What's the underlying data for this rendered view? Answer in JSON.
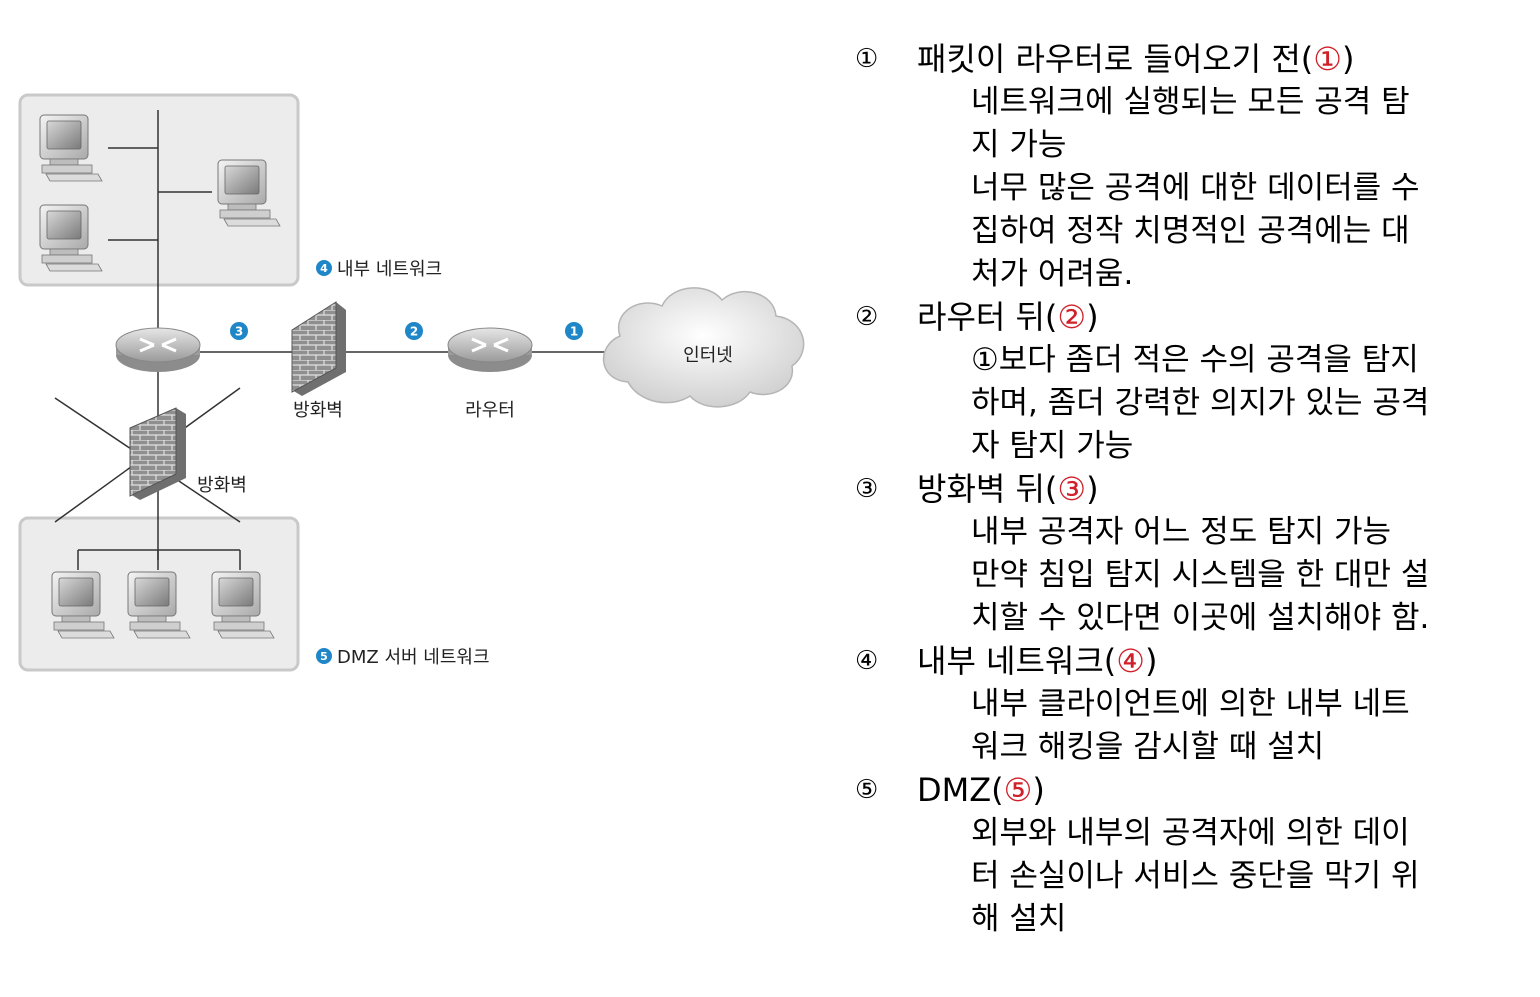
{
  "diagram": {
    "internal_network_label": "내부 네트워크",
    "internal_network_num": "4",
    "dmz_network_label": "DMZ 서버 네트워크",
    "dmz_network_num": "5",
    "firewall_label": "방화벽",
    "router_label": "라우터",
    "internet_label": "인터넷",
    "firewall2_label": "방화벽",
    "point1": "1",
    "point2": "2",
    "point3": "3"
  },
  "notes": [
    {
      "mark": "①",
      "title": "패킷이 라우터로 들어오기 전(",
      "ref": "①",
      "close": ")",
      "lines": [
        "네트워크에 실행되는 모든 공격 탐",
        "지 가능",
        "너무 많은 공격에 대한 데이터를 수",
        "집하여 정작 치명적인 공격에는 대",
        "처가 어려움."
      ]
    },
    {
      "mark": "②",
      "title": "라우터 뒤(",
      "ref": "②",
      "close": ")",
      "lines": [
        "①보다 좀더 적은 수의 공격을 탐지",
        "하며, 좀더 강력한 의지가 있는 공격",
        "자 탐지 가능"
      ]
    },
    {
      "mark": "③",
      "title": "방화벽 뒤(",
      "ref": "③",
      "close": ")",
      "lines": [
        "내부 공격자 어느 정도 탐지 가능",
        "만약 침입 탐지 시스템을 한 대만 설",
        "치할 수 있다면 이곳에 설치해야 함."
      ]
    },
    {
      "mark": "④",
      "title": "내부 네트워크(",
      "ref": "④",
      "close": ")",
      "lines": [
        "내부 클라이언트에 의한 내부 네트",
        "워크 해킹을 감시할 때 설치"
      ]
    },
    {
      "mark": "⑤",
      "title": "DMZ(",
      "ref": "⑤",
      "close": ")",
      "lines": [
        "외부와 내부의 공격자에 의한 데이",
        "터 손실이나 서비스 중단을 막기 위",
        "해 설치"
      ]
    }
  ]
}
